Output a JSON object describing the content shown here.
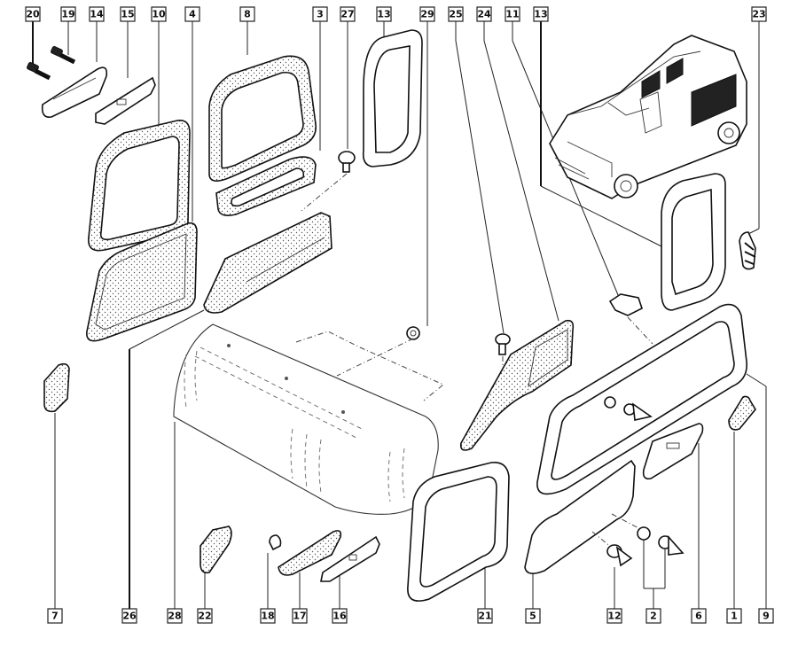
{
  "diagram": {
    "title": "",
    "description": "Exploded view of interior side trim panels and fittings (vehicle trim parts catalogue)",
    "callouts": {
      "top": [
        "20",
        "19",
        "14",
        "15",
        "10",
        "4",
        "8",
        "3",
        "27",
        "13",
        "29",
        "25",
        "24",
        "11",
        "13",
        "23"
      ],
      "bottom": [
        "7",
        "26",
        "28",
        "22",
        "18",
        "17",
        "16",
        "21",
        "5",
        "12",
        "2",
        "6",
        "1",
        "9"
      ]
    },
    "parts": [
      {
        "ref": "20",
        "name": "screw"
      },
      {
        "ref": "19",
        "name": "screw"
      },
      {
        "ref": "14",
        "name": "trim-cover"
      },
      {
        "ref": "15",
        "name": "bracket"
      },
      {
        "ref": "10",
        "name": "window-seal-frame"
      },
      {
        "ref": "4",
        "name": "side-trim-panel"
      },
      {
        "ref": "8",
        "name": "window-seal-frame"
      },
      {
        "ref": "3",
        "name": "trim-grille-panel"
      },
      {
        "ref": "27",
        "name": "fastener-clip"
      },
      {
        "ref": "13",
        "name": "vent-grille"
      },
      {
        "ref": "29",
        "name": "nut-clip"
      },
      {
        "ref": "25",
        "name": "fastener-clip"
      },
      {
        "ref": "24",
        "name": "pillar-trim"
      },
      {
        "ref": "11",
        "name": "clip-bracket"
      },
      {
        "ref": "23",
        "name": "trim-strip"
      },
      {
        "ref": "7",
        "name": "trim-piece"
      },
      {
        "ref": "26",
        "name": "leader-group"
      },
      {
        "ref": "28",
        "name": "wheel-arch-cover"
      },
      {
        "ref": "22",
        "name": "trim-piece"
      },
      {
        "ref": "18",
        "name": "cap"
      },
      {
        "ref": "17",
        "name": "trim-cover"
      },
      {
        "ref": "16",
        "name": "bracket"
      },
      {
        "ref": "21",
        "name": "window-seal-frame"
      },
      {
        "ref": "5",
        "name": "lower-trim-panel"
      },
      {
        "ref": "12",
        "name": "push-clip"
      },
      {
        "ref": "2",
        "name": "clip-set"
      },
      {
        "ref": "6",
        "name": "handle-trim"
      },
      {
        "ref": "1",
        "name": "small-trim-piece"
      },
      {
        "ref": "9",
        "name": "window-seal-frame-large"
      }
    ]
  }
}
